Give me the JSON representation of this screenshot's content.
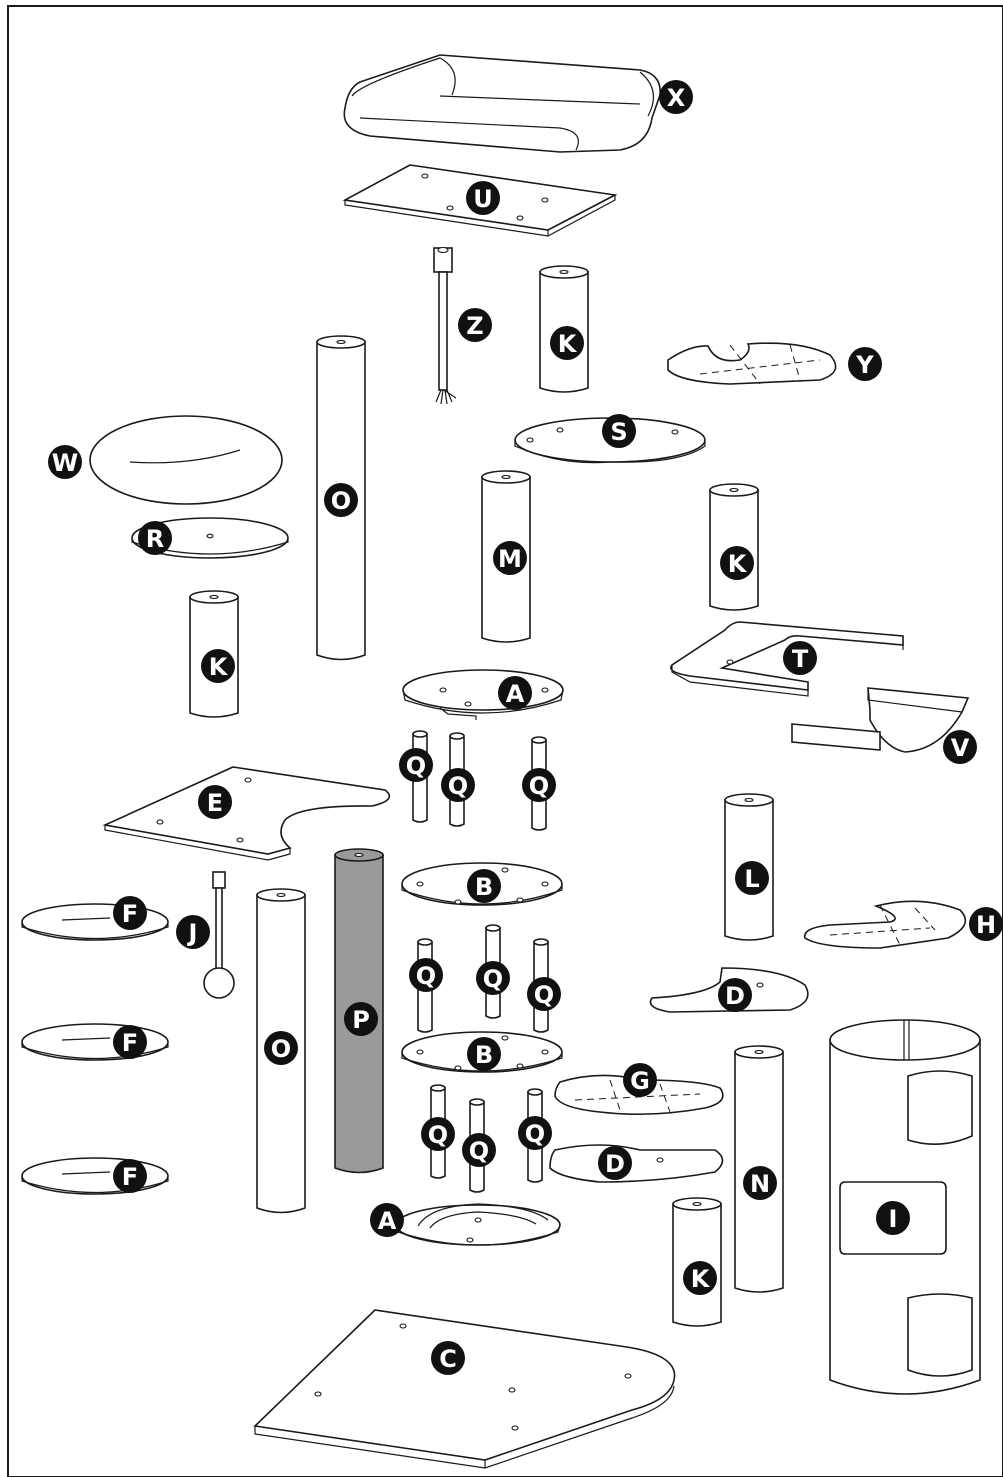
{
  "labels": {
    "X": "X",
    "U": "U",
    "Z": "Z",
    "K": "K",
    "Y": "Y",
    "S": "S",
    "W": "W",
    "O": "O",
    "M": "M",
    "R": "R",
    "T": "T",
    "A": "A",
    "V": "V",
    "Q": "Q",
    "E": "E",
    "L": "L",
    "B": "B",
    "F": "F",
    "J": "J",
    "H": "H",
    "D": "D",
    "P": "P",
    "G": "G",
    "N": "N",
    "I": "I",
    "C": "C"
  }
}
